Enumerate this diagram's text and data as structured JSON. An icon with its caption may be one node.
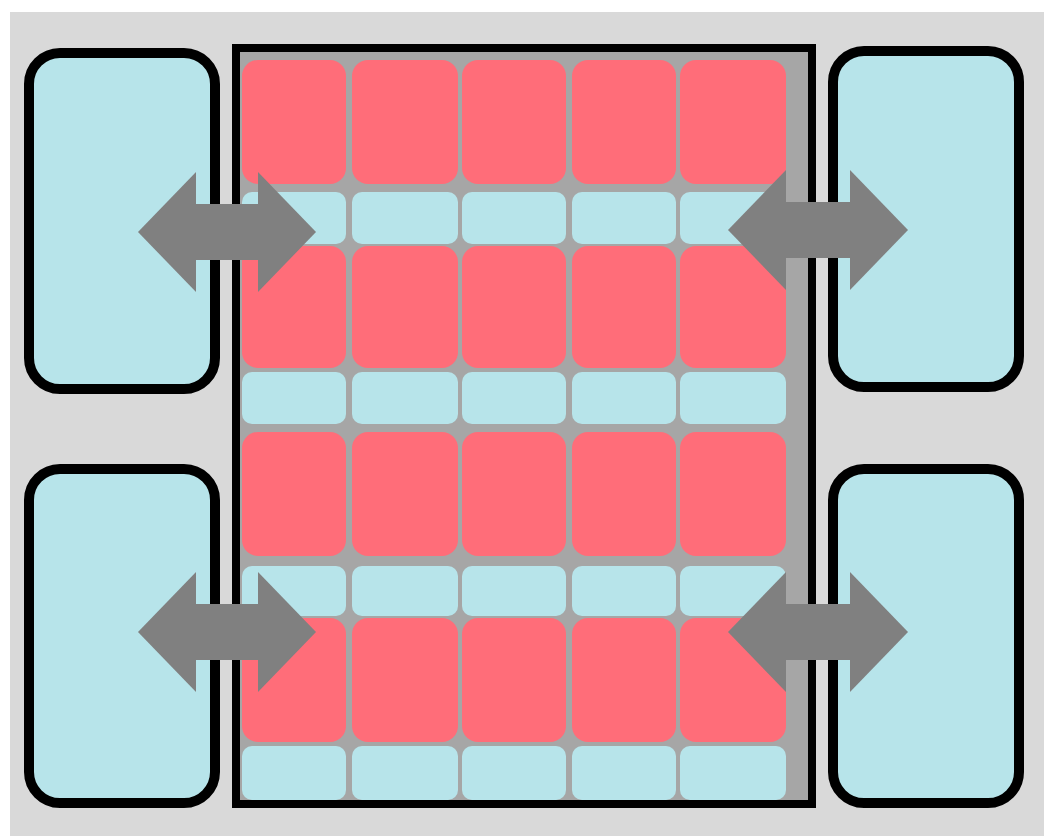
{
  "diagram": {
    "nodes": [
      {
        "text": [],
        "shape": "box"
      },
      {
        "text": [],
        "shape": "box"
      },
      {
        "text": [],
        "shape": "box"
      },
      {
        "text": [],
        "shape": "box"
      },
      {
        "text": [],
        "shape": "box"
      }
    ],
    "edges": [
      {
        "from": 0,
        "to": 1,
        "arrow": "both"
      },
      {
        "from": 2,
        "to": 1,
        "arrow": "both"
      },
      {
        "from": 3,
        "to": 1,
        "arrow": "both"
      },
      {
        "from": 4,
        "to": 1,
        "arrow": "both"
      }
    ]
  }
}
